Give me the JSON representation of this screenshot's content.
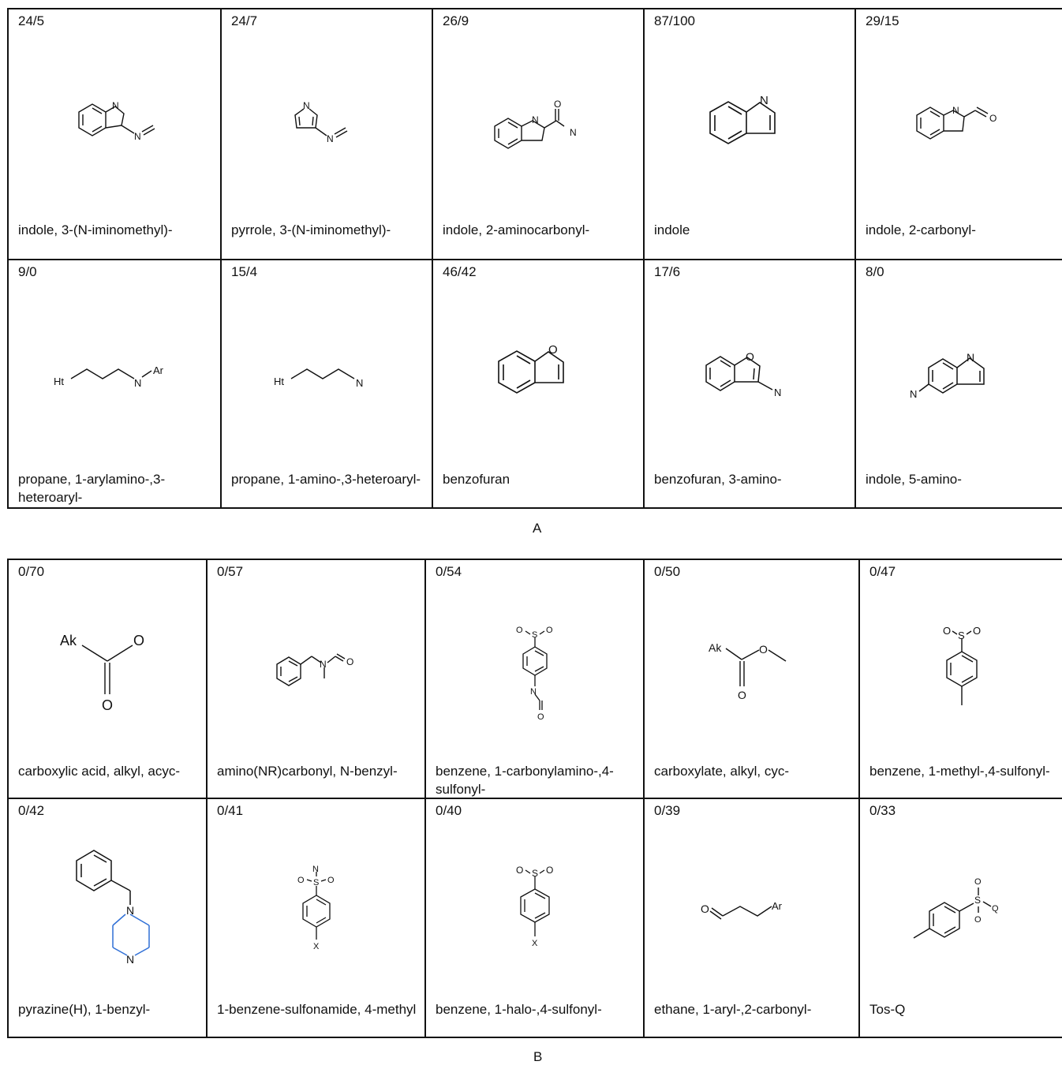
{
  "panel_a": {
    "caption": "A",
    "cells": [
      {
        "count": "24/5",
        "name": "indole, 3-(N-iminomethyl)-",
        "labels": [
          "N",
          "N"
        ]
      },
      {
        "count": "24/7",
        "name": "pyrrole, 3-(N-iminomethyl)-",
        "labels": [
          "N",
          "N"
        ]
      },
      {
        "count": "26/9",
        "name": "indole, 2-aminocarbonyl-",
        "labels": [
          "N",
          "O",
          "N"
        ]
      },
      {
        "count": "87/100",
        "name": "indole",
        "labels": [
          "N"
        ]
      },
      {
        "count": "29/15",
        "name": "indole, 2-carbonyl-",
        "labels": [
          "N",
          "O"
        ]
      },
      {
        "count": "9/0",
        "name": "propane, 1-arylamino-,3-heteroaryl-",
        "labels": [
          "Ht",
          "N",
          "Ar"
        ]
      },
      {
        "count": "15/4",
        "name": "propane, 1-amino-,3-heteroaryl-",
        "labels": [
          "Ht",
          "N"
        ]
      },
      {
        "count": "46/42",
        "name": "benzofuran",
        "labels": [
          "O"
        ]
      },
      {
        "count": "17/6",
        "name": "benzofuran, 3-amino-",
        "labels": [
          "O",
          "N"
        ]
      },
      {
        "count": "8/0",
        "name": "indole, 5-amino-",
        "labels": [
          "N",
          "N"
        ]
      }
    ]
  },
  "panel_b": {
    "caption": "B",
    "cells": [
      {
        "count": "0/70",
        "name": "carboxylic acid, alkyl, acyc-",
        "labels": [
          "Ak",
          "O",
          "O"
        ]
      },
      {
        "count": "0/57",
        "name": "amino(NR)carbonyl, N-benzyl-",
        "labels": [
          "N",
          "O"
        ]
      },
      {
        "count": "0/54",
        "name": "benzene, 1-carbonylamino-,4-sulfonyl-",
        "labels": [
          "O",
          "S",
          "O",
          "N",
          "O"
        ]
      },
      {
        "count": "0/50",
        "name": "carboxylate, alkyl, cyc-",
        "labels": [
          "Ak",
          "O",
          "O"
        ]
      },
      {
        "count": "0/47",
        "name": "benzene, 1-methyl-,4-sulfonyl-",
        "labels": [
          "O",
          "S",
          "O"
        ]
      },
      {
        "count": "0/42",
        "name": "pyrazine(H), 1-benzyl-",
        "labels": [
          "N",
          "N"
        ]
      },
      {
        "count": "0/41",
        "name": "1-benzene-sulfonamide, 4-methyl",
        "labels": [
          "N",
          "O",
          "S",
          "O",
          "X"
        ]
      },
      {
        "count": "0/40",
        "name": "benzene, 1-halo-,4-sulfonyl-",
        "labels": [
          "O",
          "S",
          "O",
          "X"
        ]
      },
      {
        "count": "0/39",
        "name": "ethane, 1-aryl-,2-carbonyl-",
        "labels": [
          "O",
          "Ar"
        ]
      },
      {
        "count": "0/33",
        "name": "Tos-Q",
        "labels": [
          "O",
          "S",
          "O",
          "Q"
        ]
      }
    ]
  },
  "colors": {
    "line": "#111111",
    "ring_highlight": "#2f6fd6"
  }
}
